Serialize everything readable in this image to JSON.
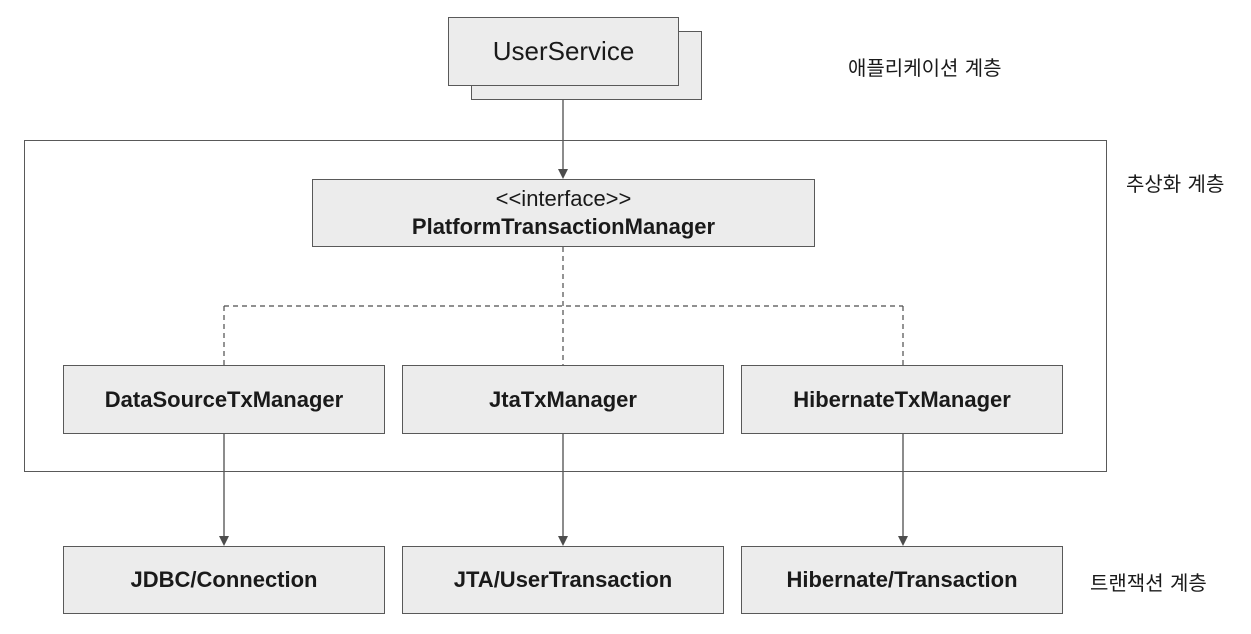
{
  "nodes": {
    "user_service": "UserService",
    "interface_stereotype": "<<interface>>",
    "interface_name": "PlatformTransactionManager",
    "impl_datasource": "DataSourceTxManager",
    "impl_jta": "JtaTxManager",
    "impl_hibernate": "HibernateTxManager",
    "res_jdbc": "JDBC/Connection",
    "res_jta": "JTA/UserTransaction",
    "res_hibernate": "Hibernate/Transaction"
  },
  "layers": {
    "application": "애플리케이션 계층",
    "abstraction": "추상화 계층",
    "transaction": "트랜잭션 계층"
  },
  "colors": {
    "box_fill": "#ececec",
    "box_border": "#595959",
    "connector": "#4d4d4d"
  }
}
